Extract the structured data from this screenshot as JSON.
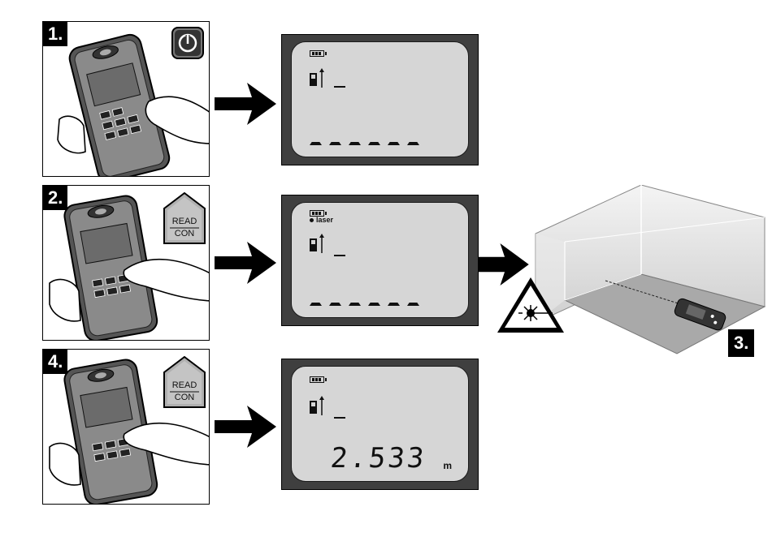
{
  "steps": [
    {
      "label": "1.",
      "button": "power-icon"
    },
    {
      "label": "2.",
      "button": "read-con-icon",
      "button_text": [
        "READ",
        "CON"
      ]
    },
    {
      "label": "4.",
      "button": "read-con-icon",
      "button_text": [
        "READ",
        "CON"
      ]
    }
  ],
  "step3_label": "3.",
  "screens": {
    "s1": {
      "status": ""
    },
    "s2": {
      "status": "laser"
    },
    "s3": {
      "status": "",
      "reading": "2.533",
      "unit": "m"
    }
  },
  "colors": {
    "panel_bg": "#ffffff",
    "lcd_bg": "#d6d6d6",
    "screen_frame": "#3f3f3f",
    "ink": "#000000"
  }
}
